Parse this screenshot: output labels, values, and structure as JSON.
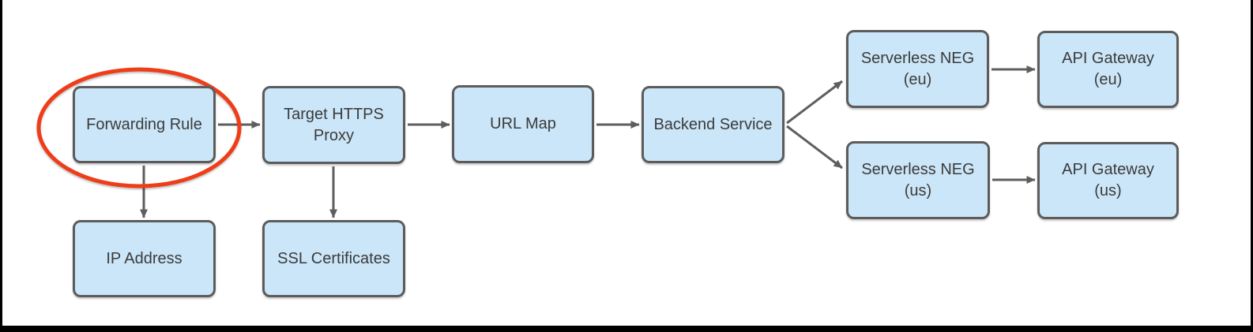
{
  "diagram": {
    "nodes": {
      "forwarding_rule": {
        "label": "Forwarding Rule"
      },
      "target_https_proxy": {
        "label": "Target HTTPS\nProxy"
      },
      "url_map": {
        "label": "URL Map"
      },
      "backend_service": {
        "label": "Backend Service"
      },
      "serverless_neg_eu": {
        "label": "Serverless NEG\n(eu)"
      },
      "api_gateway_eu": {
        "label": "API Gateway\n(eu)"
      },
      "serverless_neg_us": {
        "label": "Serverless NEG\n(us)"
      },
      "api_gateway_us": {
        "label": "API Gateway\n(us)"
      },
      "ip_address": {
        "label": "IP Address"
      },
      "ssl_certificates": {
        "label": "SSL Certificates"
      }
    },
    "edges": [
      {
        "from": "forwarding_rule",
        "to": "target_https_proxy"
      },
      {
        "from": "forwarding_rule",
        "to": "ip_address"
      },
      {
        "from": "target_https_proxy",
        "to": "url_map"
      },
      {
        "from": "target_https_proxy",
        "to": "ssl_certificates"
      },
      {
        "from": "url_map",
        "to": "backend_service"
      },
      {
        "from": "backend_service",
        "to": "serverless_neg_eu"
      },
      {
        "from": "backend_service",
        "to": "serverless_neg_us"
      },
      {
        "from": "serverless_neg_eu",
        "to": "api_gateway_eu"
      },
      {
        "from": "serverless_neg_us",
        "to": "api_gateway_us"
      }
    ],
    "annotation": {
      "shape": "ellipse",
      "around": "forwarding_rule",
      "color": "#ef3d17"
    },
    "colors": {
      "node_fill": "#cbe6f8",
      "node_border": "#5c5c5c",
      "node_text": "#3b3b3b",
      "arrow": "#5e5e5e",
      "highlight": "#ef3d17",
      "frame": "#000000"
    }
  }
}
